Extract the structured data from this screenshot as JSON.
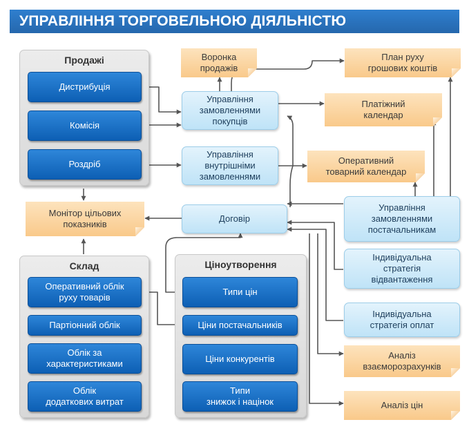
{
  "title": "УПРАВЛІННЯ ТОРГОВЕЛЬНОЮ ДІЯЛЬНІСТЮ",
  "colors": {
    "header": "#2567ad",
    "module_blue": "#0d5fb4",
    "process_light_blue": "#bfe3f7",
    "report_orange": "#f9c98a",
    "group_gray": "#d8d8d8",
    "connector": "#555555"
  },
  "sales": {
    "title": "Продажі",
    "items": [
      "Дистрибуція",
      "Комісія",
      "Роздріб"
    ]
  },
  "warehouse": {
    "title": "Склад",
    "items": [
      "Оперативний облік\nруху товарів",
      "Партіонний облік",
      "Облік за\nхарактеристиками",
      "Облік\nдодаткових витрат"
    ]
  },
  "pricing": {
    "title": "Ціноутворення",
    "items": [
      "Типи цін",
      "Ціни постачальників",
      "Ціни конкурентів",
      "Типи\nзнижок і націнок"
    ]
  },
  "processes": {
    "customer_orders": "Управління\nзамовленнями\nпокупців",
    "internal_orders": "Управління\nвнутрішніми\nзамовленнями",
    "contract": "Договір",
    "supplier_orders": "Управління\nзамовленнями\nпостачальникам",
    "shipment_strategy": "Індивідуальна\nстратегія\nвідвантаження",
    "payment_strategy": "Індивідуальна\nстратегія оплат"
  },
  "reports": {
    "sales_funnel": "Воронка\nпродажів",
    "cash_flow_plan": "План руху\nгрошових коштів",
    "payment_calendar": "Платіжний\nкалендар",
    "goods_calendar": "Оперативний\nтоварний календар",
    "kpi_monitor": "Монітор цільових\nпоказників",
    "settlements_analysis": "Аналіз\nвзаєморозрахунків",
    "price_analysis": "Аналіз цін"
  }
}
